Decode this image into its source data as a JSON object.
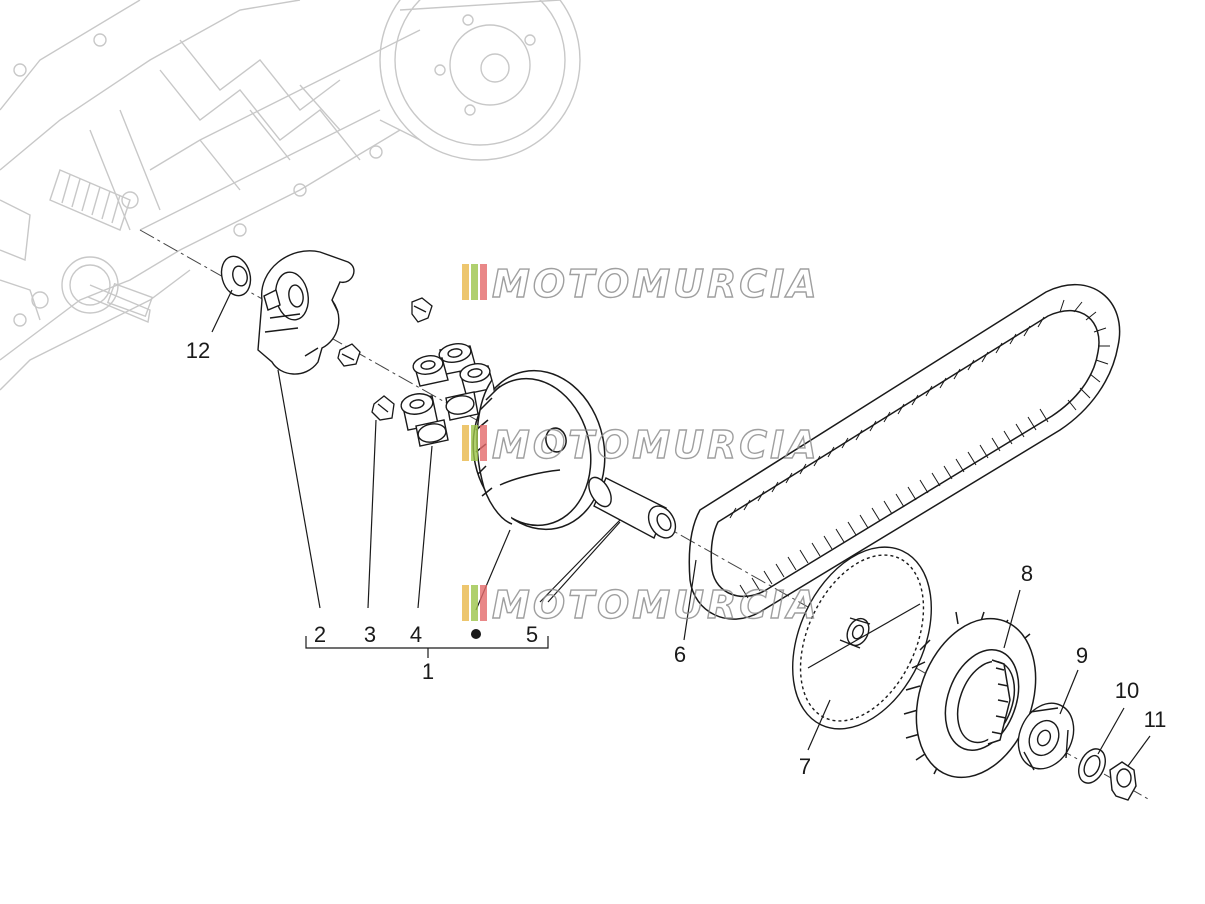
{
  "callouts": [
    {
      "id": "c12",
      "text": "12"
    },
    {
      "id": "c2",
      "text": "2"
    },
    {
      "id": "c3",
      "text": "3"
    },
    {
      "id": "c4",
      "text": "4"
    },
    {
      "id": "c5",
      "text": "5"
    },
    {
      "id": "c1",
      "text": "1"
    },
    {
      "id": "c6",
      "text": "6"
    },
    {
      "id": "c7",
      "text": "7"
    },
    {
      "id": "c8",
      "text": "8"
    },
    {
      "id": "c9",
      "text": "9"
    },
    {
      "id": "c10",
      "text": "10"
    },
    {
      "id": "c11",
      "text": "11"
    }
  ],
  "watermark": {
    "text": "MOTOMURCIA",
    "stripe_colors": [
      "#e8b84a",
      "#9cc44a",
      "#e36a6a"
    ]
  },
  "colors": {
    "line": "#1a1a1a",
    "faded": "#c8c8c8"
  }
}
